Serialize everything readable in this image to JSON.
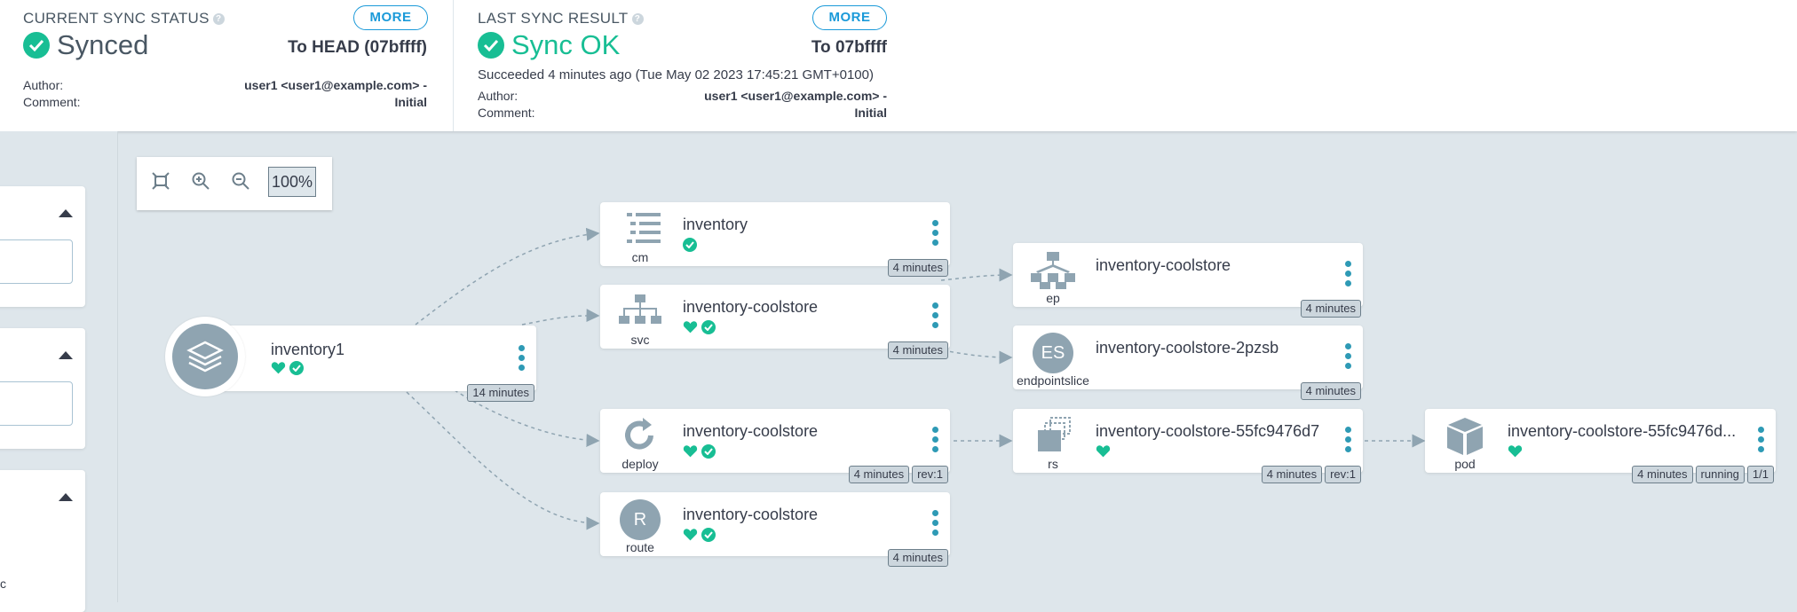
{
  "sync_status": {
    "heading": "CURRENT SYNC STATUS",
    "more_label": "MORE",
    "status": "Synced",
    "to_label": "To HEAD (07bffff)",
    "author_label": "Author:",
    "author_value": "user1 <user1@example.com> -",
    "comment_label": "Comment:",
    "comment_value": "Initial"
  },
  "sync_result": {
    "heading": "LAST SYNC RESULT",
    "more_label": "MORE",
    "status": "Sync OK",
    "to_label": "To 07bffff",
    "succeeded": "Succeeded 4 minutes ago (Tue May 02 2023 17:45:21 GMT+0100)",
    "author_label": "Author:",
    "author_value": "user1 <user1@example.com> -",
    "comment_label": "Comment:",
    "comment_value": "Initial"
  },
  "zoom": {
    "level": "100%"
  },
  "sidebar": {
    "partial_text": "c"
  },
  "colors": {
    "healthy": "#18be94",
    "accent": "#1b9ad9",
    "icon": "#8fa4b1",
    "kebab": "#2e9ab5"
  },
  "app": {
    "name": "inventory1",
    "tags": [
      "14 minutes"
    ]
  },
  "nodes": [
    {
      "id": "cm",
      "name": "inventory",
      "kind": "cm",
      "icon": "list-icon",
      "health": false,
      "synced": true,
      "tags": [
        "4 minutes"
      ]
    },
    {
      "id": "svc",
      "name": "inventory-coolstore",
      "kind": "svc",
      "icon": "network-icon",
      "health": true,
      "synced": true,
      "tags": [
        "4 minutes"
      ]
    },
    {
      "id": "deploy",
      "name": "inventory-coolstore",
      "kind": "deploy",
      "icon": "refresh-icon",
      "health": true,
      "synced": true,
      "tags": [
        "4 minutes",
        "rev:1"
      ]
    },
    {
      "id": "route",
      "name": "inventory-coolstore",
      "kind": "route",
      "icon": "R",
      "health": true,
      "synced": true,
      "tags": [
        "4 minutes"
      ]
    },
    {
      "id": "ep",
      "name": "inventory-coolstore",
      "kind": "ep",
      "icon": "sitemap-icon",
      "health": false,
      "synced": false,
      "tags": [
        "4 minutes"
      ]
    },
    {
      "id": "es",
      "name": "inventory-coolstore-2pzsb",
      "kind": "endpointslice",
      "icon": "ES",
      "health": false,
      "synced": false,
      "tags": [
        "4 minutes"
      ]
    },
    {
      "id": "rs",
      "name": "inventory-coolstore-55fc9476d7",
      "kind": "rs",
      "icon": "clone-icon",
      "health": true,
      "synced": false,
      "tags": [
        "4 minutes",
        "rev:1"
      ]
    },
    {
      "id": "pod",
      "name": "inventory-coolstore-55fc9476d...",
      "kind": "pod",
      "icon": "cube-icon",
      "health": true,
      "synced": false,
      "tags": [
        "4 minutes",
        "running",
        "1/1"
      ]
    }
  ]
}
